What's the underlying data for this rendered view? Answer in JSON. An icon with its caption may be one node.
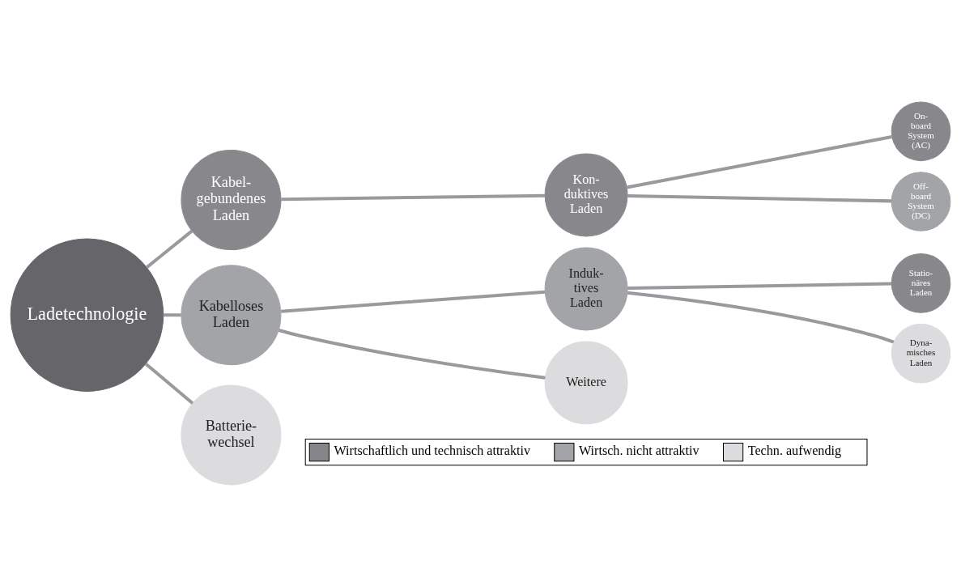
{
  "diagram": {
    "nodes": [
      {
        "text": [
          "Ladetechnologie"
        ]
      },
      {
        "text": [
          "Kabel- gebundenes Laden"
        ]
      },
      {
        "text": [
          "Kon- duktives Laden"
        ]
      },
      {
        "text": [
          "On- board System (AC)"
        ]
      },
      {
        "text": [
          "Off- board System (DC)"
        ]
      },
      {
        "text": [
          "Kabelloses Laden"
        ]
      },
      {
        "text": [
          "Induk- tives Laden"
        ]
      },
      {
        "text": [
          "Statio- näres Laden"
        ]
      },
      {
        "text": [
          "Dyna- misches Laden"
        ]
      },
      {
        "text": [
          "Weitere"
        ]
      },
      {
        "text": [
          "Batterie- wechsel"
        ]
      }
    ],
    "edges": [
      {
        "from": 0,
        "to": 1,
        "arrow": "none"
      },
      {
        "from": 1,
        "to": 2,
        "arrow": "none"
      },
      {
        "from": 2,
        "to": 3,
        "arrow": "none"
      },
      {
        "from": 2,
        "to": 4,
        "arrow": "none"
      },
      {
        "from": 0,
        "to": 5,
        "arrow": "none"
      },
      {
        "from": 5,
        "to": 6,
        "arrow": "none"
      },
      {
        "from": 6,
        "to": 7,
        "arrow": "none"
      },
      {
        "from": 6,
        "to": 8,
        "arrow": "none"
      },
      {
        "from": 5,
        "to": 9,
        "arrow": "none"
      },
      {
        "from": 0,
        "to": 10,
        "arrow": "none"
      }
    ],
    "legend": [
      {
        "text": "Wirtschaftlich und technisch attraktiv",
        "color": "#86868a"
      },
      {
        "text": "Wirtsch. nicht attraktiv",
        "color": "#a2a4a7"
      },
      {
        "text": "Techn. aufwendig",
        "color": "#dcdcde"
      }
    ]
  }
}
